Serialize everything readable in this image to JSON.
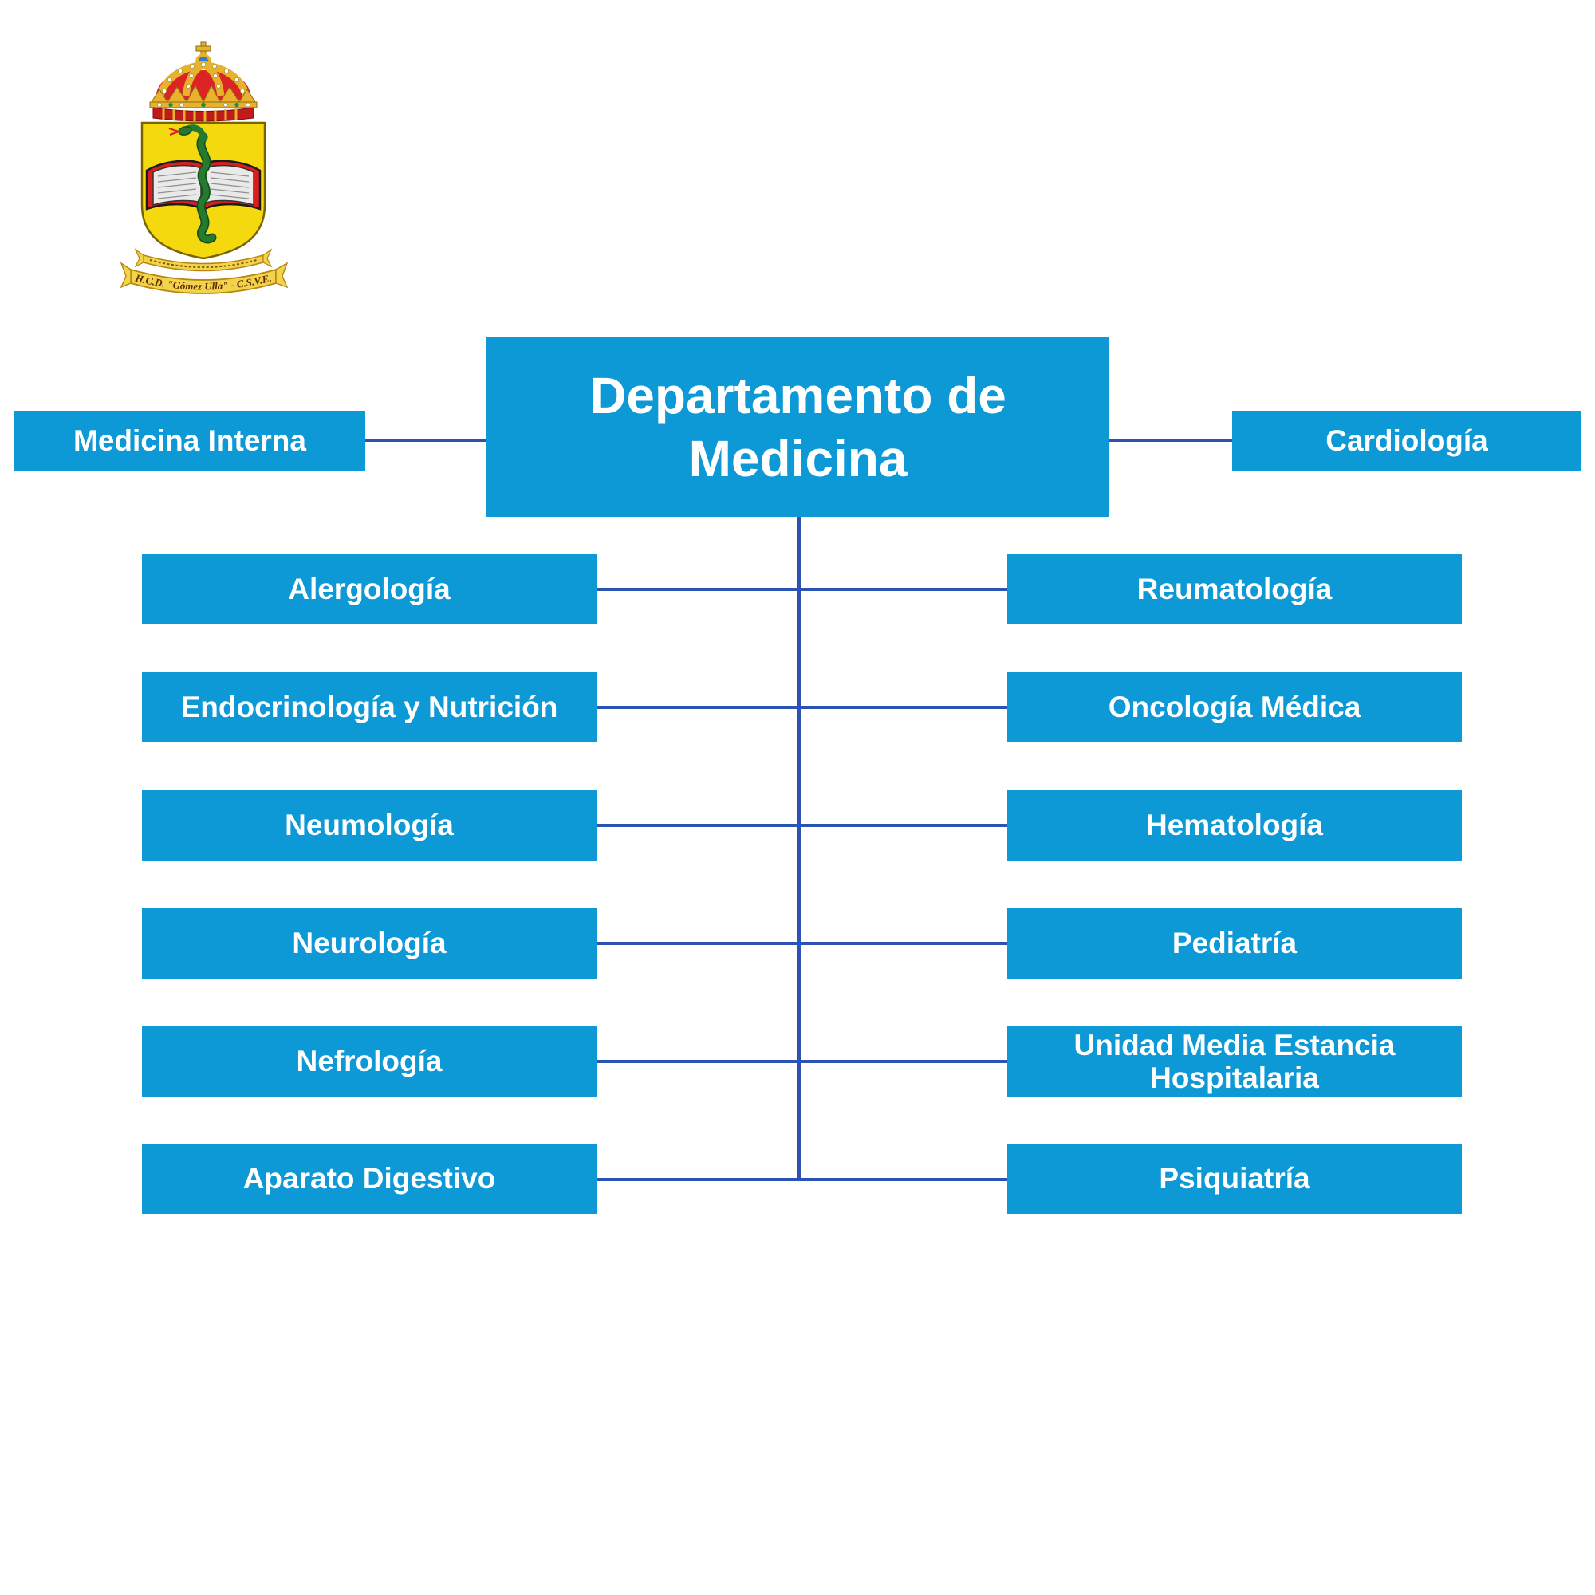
{
  "crest": {
    "banner_text": "H.C.D. \"Gómez Ulla\" - C.S.V.E."
  },
  "chart": {
    "type": "org-chart",
    "root": "Departamento de Medicina",
    "side_left": "Medicina Interna",
    "side_right": "Cardiología",
    "left_column": [
      "Alergología",
      "Endocrinología y Nutrición",
      "Neumología",
      "Neurología",
      "Nefrología",
      "Aparato Digestivo"
    ],
    "right_column": [
      "Reumatología",
      "Oncología Médica",
      "Hematología",
      "Pediatría",
      "Unidad Media Estancia Hospitalaria",
      "Psiquiatría"
    ],
    "colors": {
      "box_fill": "#0d98d6",
      "box_text": "#ffffff",
      "connector": "#2a53b4",
      "shield_gold": "#f4d90f",
      "crown_red": "#dd2424",
      "serpent_green": "#267a30",
      "ribbon_gold": "#f2d34c"
    }
  }
}
